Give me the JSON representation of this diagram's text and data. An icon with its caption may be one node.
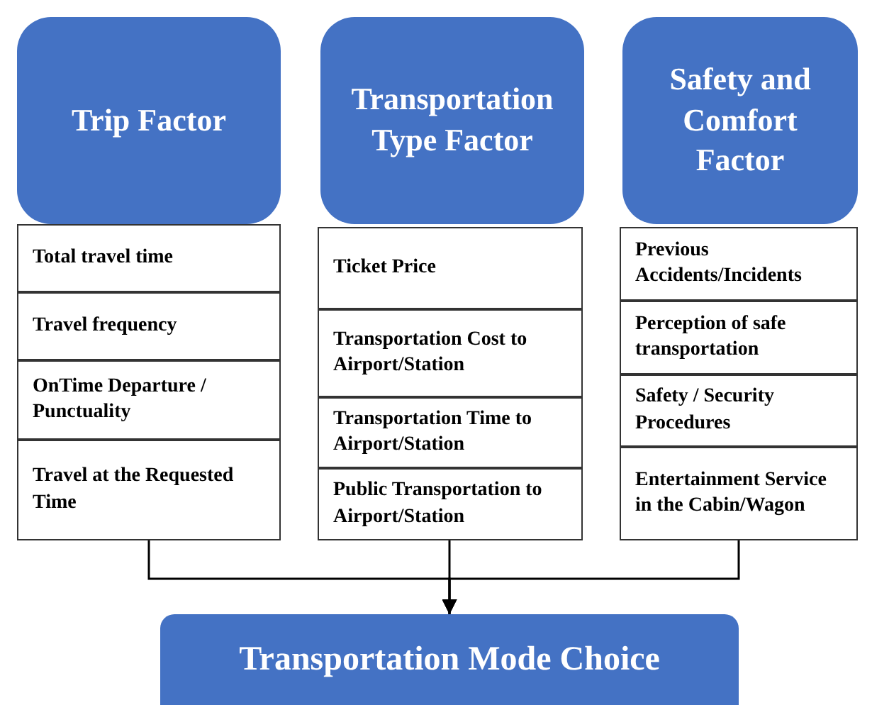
{
  "diagram": {
    "nodes": [
      {
        "text": [
          "Trip Factor"
        ]
      },
      {
        "text": [
          "Total travel time"
        ]
      },
      {
        "text": [
          "Travel frequency"
        ]
      },
      {
        "text": [
          "OnTime Departure / Punctuality"
        ]
      },
      {
        "text": [
          "Travel at the Requested Time"
        ]
      },
      {
        "text": [
          "Transportation Type Factor"
        ]
      },
      {
        "text": [
          "Ticket Price"
        ]
      },
      {
        "text": [
          "Transportation Cost to Airport/Station"
        ]
      },
      {
        "text": [
          "Transportation Time to Airport/Station"
        ]
      },
      {
        "text": [
          "Public Transportation to Airport/Station"
        ]
      },
      {
        "text": [
          "Safety and Comfort Factor"
        ]
      },
      {
        "text": [
          "Previous Accidents/Incidents"
        ]
      },
      {
        "text": [
          "Perception of safe transportation"
        ]
      },
      {
        "text": [
          "Safety / Security Procedures"
        ]
      },
      {
        "text": [
          "Entertainment Service in the Cabin/Wagon"
        ]
      },
      {
        "text": [
          "Transportation Mode Choice"
        ]
      }
    ],
    "edges": [
      {
        "from": 4,
        "to": 15,
        "arrow": "to"
      },
      {
        "from": 9,
        "to": 15,
        "arrow": "to"
      },
      {
        "from": 14,
        "to": 15,
        "arrow": "to"
      }
    ]
  }
}
